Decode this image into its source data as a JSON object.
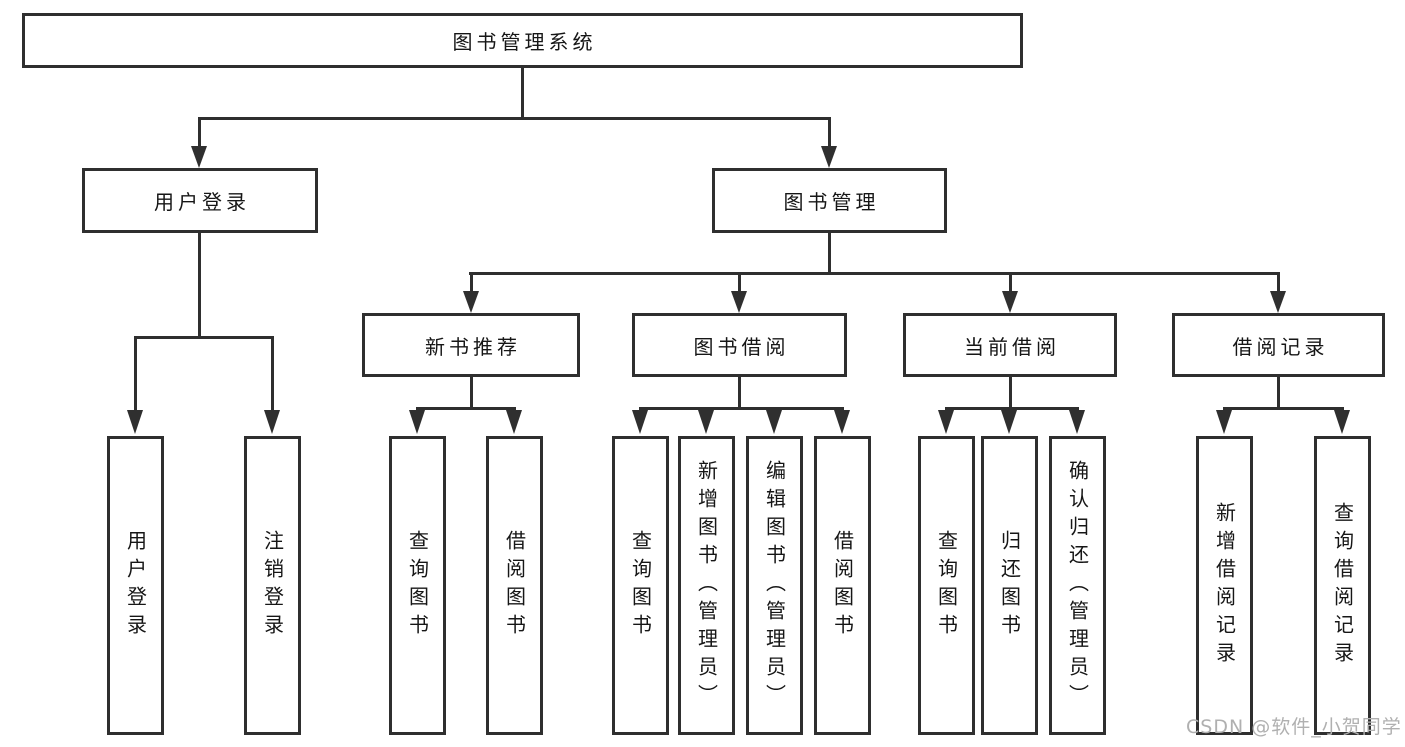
{
  "diagram": {
    "root": {
      "label": "图书管理系统"
    },
    "level2": [
      {
        "label": "用户登录"
      },
      {
        "label": "图书管理"
      }
    ],
    "level3": [
      {
        "label": "新书推荐",
        "parent": "图书管理"
      },
      {
        "label": "图书借阅",
        "parent": "图书管理"
      },
      {
        "label": "当前借阅",
        "parent": "图书管理"
      },
      {
        "label": "借阅记录",
        "parent": "图书管理"
      }
    ],
    "leaves": [
      {
        "label": "用户登录",
        "parent": "用户登录"
      },
      {
        "label": "注销登录",
        "parent": "用户登录"
      },
      {
        "label": "查询图书",
        "parent": "新书推荐"
      },
      {
        "label": "借阅图书",
        "parent": "新书推荐"
      },
      {
        "label": "查询图书",
        "parent": "图书借阅"
      },
      {
        "label": "新增图书（管理员）",
        "parent": "图书借阅"
      },
      {
        "label": "编辑图书（管理员）",
        "parent": "图书借阅"
      },
      {
        "label": "借阅图书",
        "parent": "图书借阅"
      },
      {
        "label": "查询图书",
        "parent": "当前借阅"
      },
      {
        "label": "归还图书",
        "parent": "当前借阅"
      },
      {
        "label": "确认归还（管理员）",
        "parent": "当前借阅"
      },
      {
        "label": "新增借阅记录",
        "parent": "借阅记录"
      },
      {
        "label": "查询借阅记录",
        "parent": "借阅记录"
      }
    ]
  },
  "watermark": {
    "text": "CSDN @软件_小贺同学"
  },
  "colors": {
    "line": "#2f2f2f",
    "text": "#161616",
    "background": "#ffffff",
    "watermark": "#b0b0b0"
  }
}
